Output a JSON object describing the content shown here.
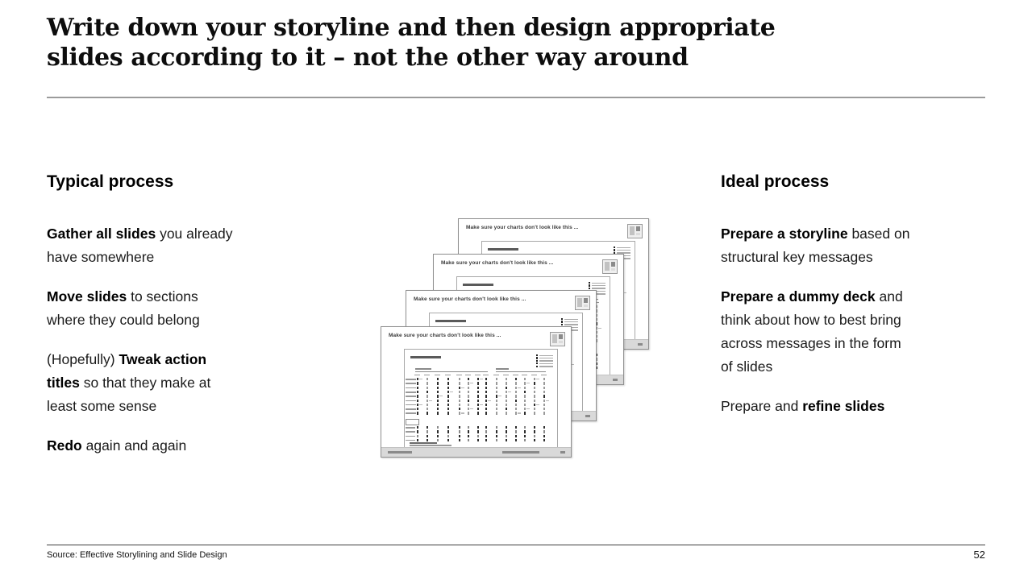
{
  "title": {
    "line1": "Write down your storyline and then design appropriate",
    "line2": "slides according to it – not the other way around"
  },
  "typical": {
    "heading": "Typical process",
    "paragraphs": [
      [
        {
          "b": true,
          "t": "Gather all slides"
        },
        {
          "t": " you already"
        },
        {
          "br": true
        },
        {
          "t": "have somewhere"
        }
      ],
      [
        {
          "b": true,
          "t": "Move slides"
        },
        {
          "t": " to sections"
        },
        {
          "br": true
        },
        {
          "t": "where they could belong"
        }
      ],
      [
        {
          "t": "(Hopefully) "
        },
        {
          "b": true,
          "t": "Tweak action"
        },
        {
          "br": true
        },
        {
          "b": true,
          "t": "titles"
        },
        {
          "t": " so that they make at"
        },
        {
          "br": true
        },
        {
          "t": "least some sense"
        }
      ],
      [
        {
          "b": true,
          "t": "Redo"
        },
        {
          "t": " again and again"
        }
      ]
    ]
  },
  "ideal": {
    "heading": "Ideal process",
    "paragraphs": [
      [
        {
          "b": true,
          "t": "Prepare a storyline"
        },
        {
          "t": " based on"
        },
        {
          "br": true
        },
        {
          "t": "structural key messages"
        }
      ],
      [
        {
          "b": true,
          "t": "Prepare a dummy deck"
        },
        {
          "t": " and"
        },
        {
          "br": true
        },
        {
          "t": "think about how to best bring"
        },
        {
          "br": true
        },
        {
          "t": "across messages in the form"
        },
        {
          "br": true
        },
        {
          "t": "of slides"
        }
      ],
      [
        {
          "t": "Prepare and "
        },
        {
          "b": true,
          "t": "refine slides"
        }
      ]
    ]
  },
  "thumbnails": {
    "count": 4,
    "slide_title": "Make sure your charts don't look like this ..."
  },
  "footer": {
    "source": "Source: Effective Storylining and Slide Design",
    "page": "52"
  },
  "colors": {
    "title_text": "#0d0d0d",
    "body_text": "#1a1a1a",
    "top_divider": "#9b9b9b",
    "bottom_divider": "#3f3f3f",
    "thumb_border": "#8f8f8f",
    "thumb_footer_bg": "#d9d9d9"
  }
}
